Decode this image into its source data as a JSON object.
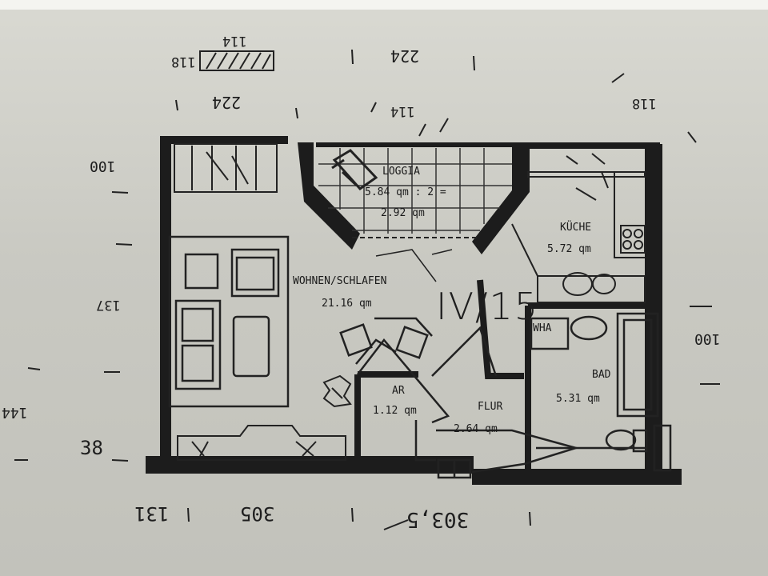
{
  "rooms": {
    "loggia": {
      "name": "LOGGIA",
      "area": "5.84 qm : 2 =",
      "area_half": "2.92 qm"
    },
    "kueche": {
      "name": "KÜCHE",
      "area": "5.72 qm"
    },
    "wohnen": {
      "name": "WOHNEN/SCHLAFEN",
      "area": "21.16 qm"
    },
    "bad": {
      "name": "BAD",
      "area": "5.31 qm"
    },
    "ar": {
      "name": "AR",
      "area": "1.12 qm"
    },
    "flur": {
      "name": "FLUR",
      "area": "2.64 qm"
    },
    "wha": {
      "name": "WHA"
    }
  },
  "unit_mark": "IV/15",
  "dimensions": {
    "top_left": "118",
    "top_center": "224",
    "top_inner": "224",
    "top_inner2": "114",
    "top_far": "114",
    "top_right": "118",
    "left_upper": "100",
    "left_mid": "137",
    "left_lower": "144",
    "left_bottom": "38",
    "right_mid": "100",
    "bottom_1": "131",
    "bottom_2": "305",
    "bottom_3": "303,5"
  },
  "colors": {
    "ink": "#1a1a1a",
    "paper": "#d2d2cb",
    "wall": "#1c1c1c"
  }
}
